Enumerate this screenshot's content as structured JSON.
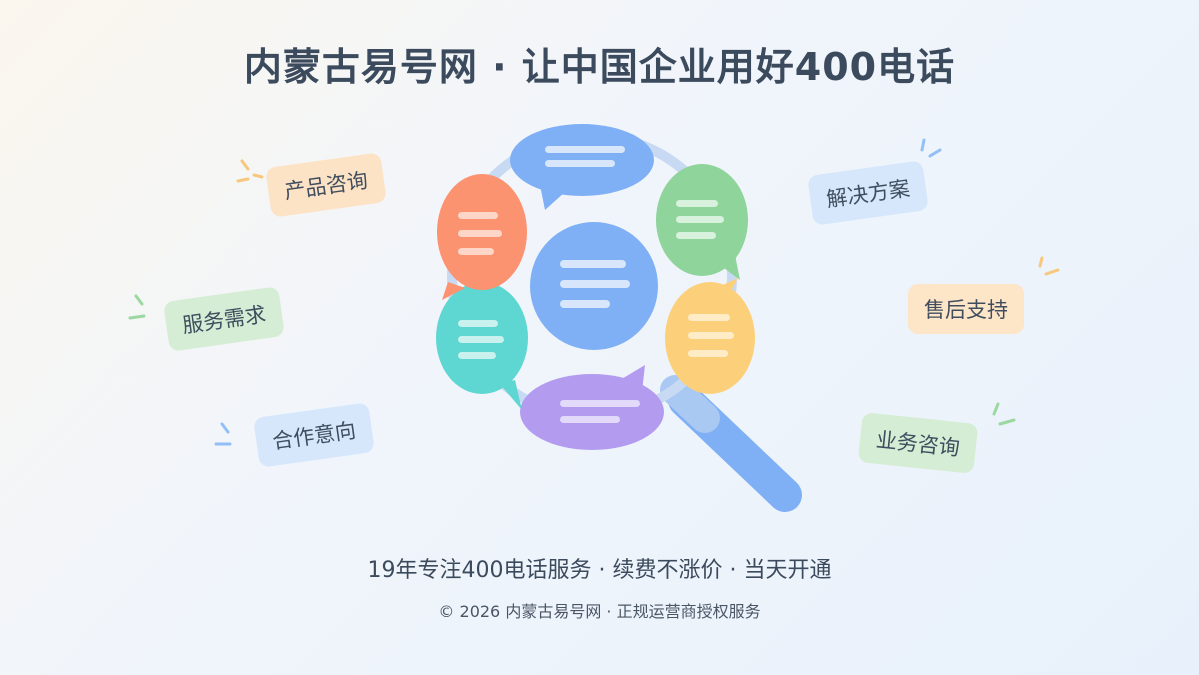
{
  "title": "内蒙古易号网 · 让中国企业用好400电话",
  "tags": {
    "product": "产品咨询",
    "service": "服务需求",
    "cooperation": "合作意向",
    "solution": "解决方案",
    "after_sales": "售后支持",
    "business": "业务咨询"
  },
  "tagline": "19年专注400电话服务 · 续费不涨价 · 当天开通",
  "copyright": "© 2026 内蒙古易号网 · 正规运营商授权服务",
  "colors": {
    "blue": "#7fb0f5",
    "green": "#8fd49a",
    "yellow": "#fcd07a",
    "purple": "#b39cf0",
    "teal": "#5ed6d1",
    "orange": "#fb9270",
    "handle": "#7fb0f5"
  },
  "icons": [
    "magnifier-icon",
    "chat-bubble-icon",
    "sparkle-icon"
  ]
}
